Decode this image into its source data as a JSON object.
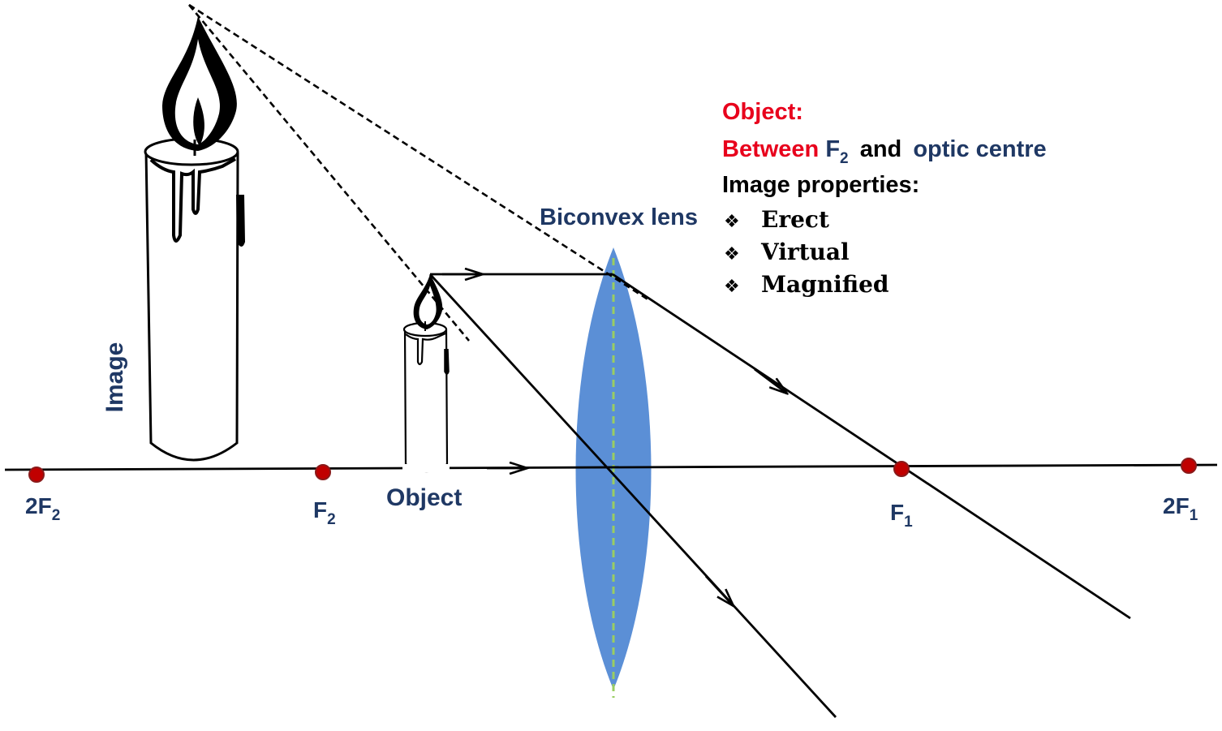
{
  "labels": {
    "image": "Image",
    "object": "Object",
    "lens": "Biconvex lens"
  },
  "points": [
    {
      "id": "2f2",
      "main": "2F",
      "sub": "2"
    },
    {
      "id": "f2",
      "main": "F",
      "sub": "2"
    },
    {
      "id": "f1",
      "main": "F",
      "sub": "1"
    },
    {
      "id": "2f1",
      "main": "2F",
      "sub": "1"
    }
  ],
  "info": {
    "object_heading": "Object:",
    "position_prefix": "Between ",
    "position_f": "F",
    "position_f_sub": "2",
    "position_and": "and",
    "position_suffix": "optic centre",
    "properties_heading": "Image properties:",
    "bullet_icon": "diamond-bullet-icon",
    "properties": [
      "Erect",
      "Virtual",
      "Magnified"
    ]
  },
  "colors": {
    "heading_red": "#e8001c",
    "navy": "#1f3864",
    "lens_fill": "#5b8fd6",
    "lens_axis": "#9acd62",
    "focal_dot": "#c00000"
  }
}
